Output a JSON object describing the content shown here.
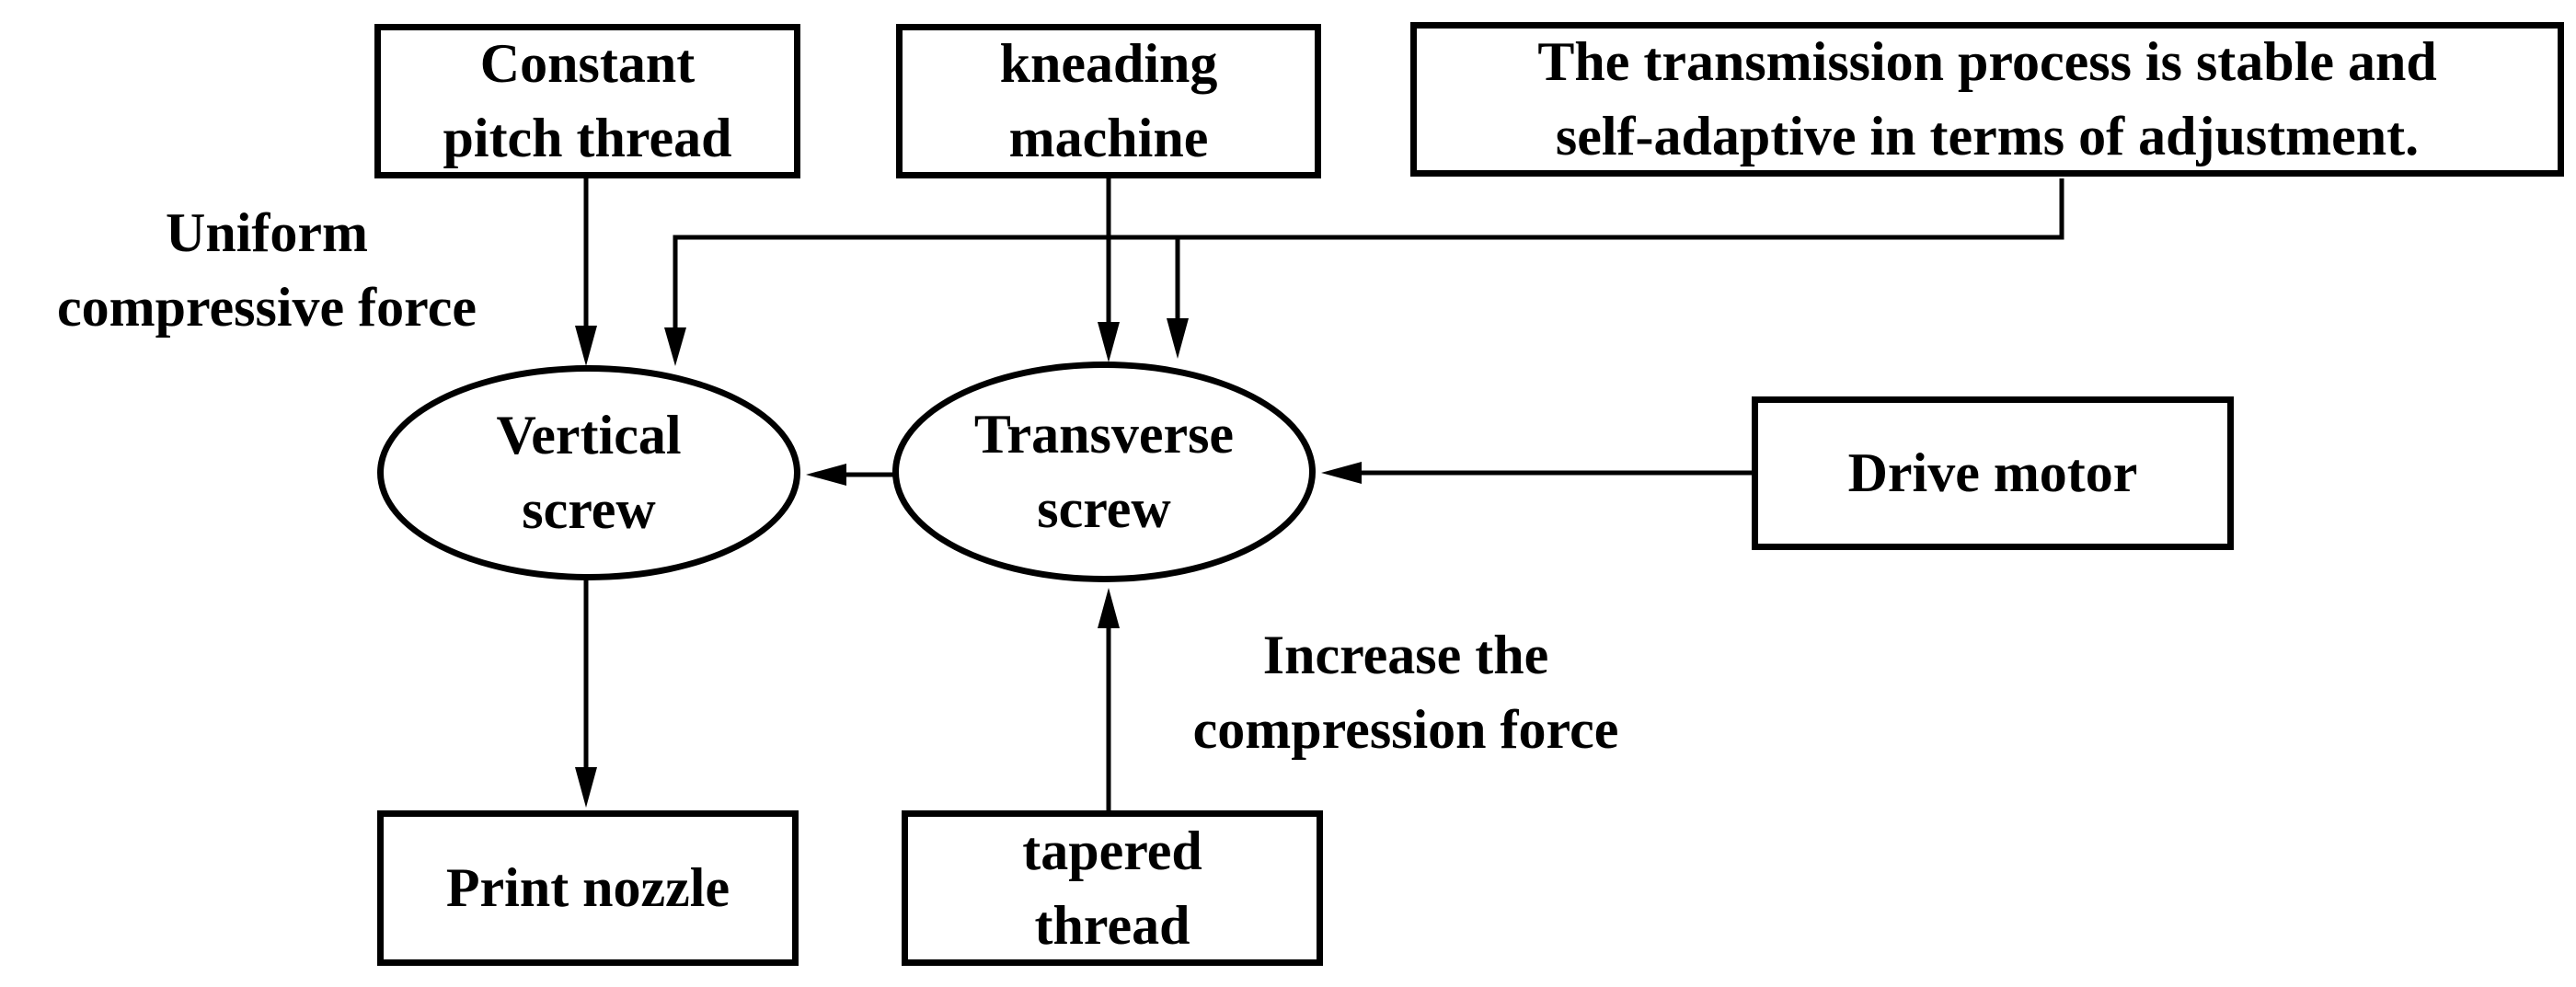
{
  "diagram": {
    "boxes": {
      "constant_pitch_thread": {
        "line1": "Constant",
        "line2": "pitch thread"
      },
      "kneading_machine": {
        "line1": "kneading",
        "line2": "machine"
      },
      "transmission_note": {
        "line1": "The transmission process is stable and",
        "line2": "self-adaptive in terms of adjustment."
      },
      "drive_motor": {
        "label": "Drive motor"
      },
      "print_nozzle": {
        "label": "Print nozzle"
      },
      "tapered_thread": {
        "line1": "tapered",
        "line2": "thread"
      }
    },
    "ellipses": {
      "vertical_screw": {
        "line1": "Vertical",
        "line2": "screw"
      },
      "transverse_screw": {
        "line1": "Transverse",
        "line2": "screw"
      }
    },
    "labels": {
      "uniform_compressive_force": {
        "line1": "Uniform",
        "line2": "compressive force"
      },
      "increase_compression_force": {
        "line1": "Increase the",
        "line2": "compression force"
      }
    },
    "colors": {
      "stroke": "#000000",
      "background": "#ffffff",
      "text": "#000000"
    }
  }
}
